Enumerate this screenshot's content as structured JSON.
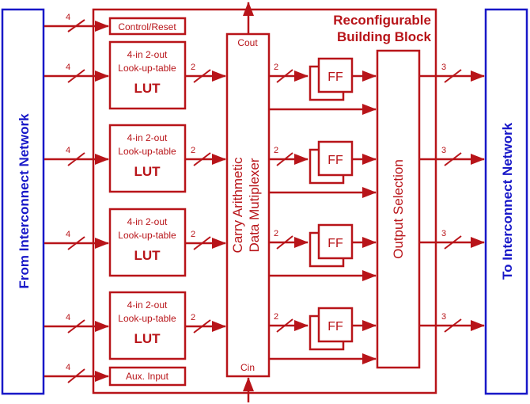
{
  "colors": {
    "accent": "#b81419",
    "network": "#1818c8",
    "background": "#ffffff"
  },
  "left_block": {
    "label": "From Interconnect Network"
  },
  "right_block": {
    "label": "To Interconnect Network"
  },
  "main_block": {
    "title_line1": "Reconfigurable",
    "title_line2": "Building Block"
  },
  "control_reset": {
    "label": "Control/Reset",
    "bus_width": "4"
  },
  "aux_input": {
    "label": "Aux. Input",
    "bus_width": "4"
  },
  "luts": [
    {
      "line1": "4-in 2-out",
      "line2": "Look-up-table",
      "title": "LUT",
      "in_width": "4",
      "out_width": "2"
    },
    {
      "line1": "4-in 2-out",
      "line2": "Look-up-table",
      "title": "LUT",
      "in_width": "4",
      "out_width": "2"
    },
    {
      "line1": "4-in 2-out",
      "line2": "Look-up-table",
      "title": "LUT",
      "in_width": "4",
      "out_width": "2"
    },
    {
      "line1": "4-in 2-out",
      "line2": "Look-up-table",
      "title": "LUT",
      "in_width": "4",
      "out_width": "2"
    }
  ],
  "carry_mux": {
    "line1": "Carry Arithmetic",
    "line2": "Data Mutiplexer",
    "cout": "Cout",
    "cin": "Cin"
  },
  "flip_flops": [
    {
      "label": "FF",
      "in_width": "2"
    },
    {
      "label": "FF",
      "in_width": "2"
    },
    {
      "label": "FF",
      "in_width": "2"
    },
    {
      "label": "FF",
      "in_width": "2"
    }
  ],
  "output_selection": {
    "label": "Output Selection"
  },
  "outputs": [
    {
      "width": "3"
    },
    {
      "width": "3"
    },
    {
      "width": "3"
    },
    {
      "width": "3"
    }
  ]
}
